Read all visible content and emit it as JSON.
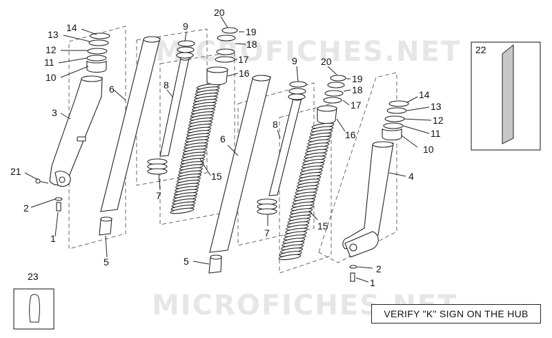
{
  "watermark": "MICROFICHES.NET",
  "notice": "VERIFY \"K\" SIGN ON THE HUB",
  "callouts": {
    "c1": "1",
    "c2": "2",
    "c3": "3",
    "c4": "4",
    "c5": "5",
    "c6": "6",
    "c7": "7",
    "c8": "8",
    "c9": "9",
    "c10": "10",
    "c11": "11",
    "c12": "12",
    "c13": "13",
    "c14": "14",
    "c15": "15",
    "c16": "16",
    "c17": "17",
    "c18": "18",
    "c19": "19",
    "c20": "20",
    "c21": "21",
    "c22": "22",
    "c23": "23"
  }
}
